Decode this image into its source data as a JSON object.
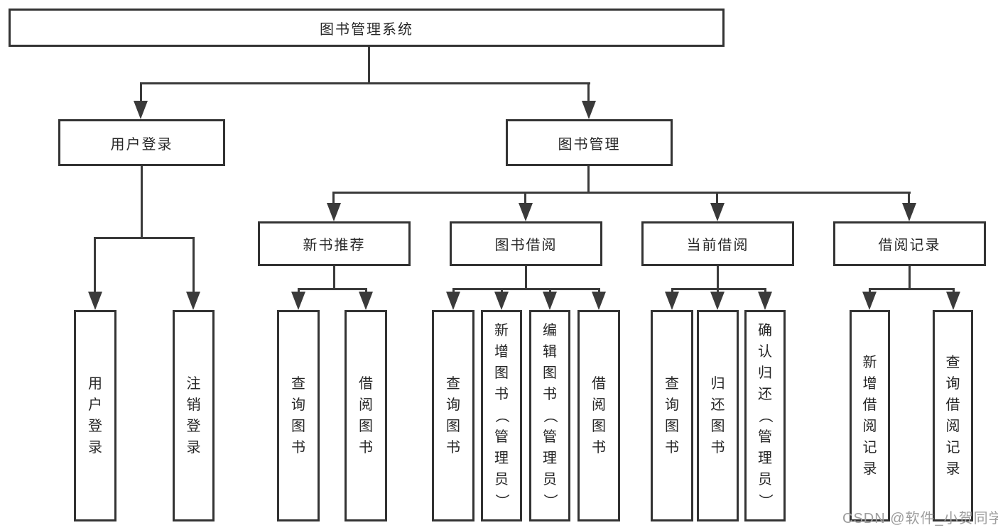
{
  "diagram": {
    "title": "图书管理系统",
    "branches": [
      "用户登录",
      "图书管理"
    ],
    "sections": [
      "新书推荐",
      "图书借阅",
      "当前借阅",
      "借阅记录"
    ],
    "leaves": {
      "user_login": [
        "用户登录",
        "注销登录"
      ],
      "new_book": [
        "查询图书",
        "借阅图书"
      ],
      "borrow": [
        "查询图书",
        "新增图书（管理员）",
        "编辑图书（管理员）",
        "借阅图书"
      ],
      "current": [
        "查询图书",
        "归还图书",
        "确认归还（管理员）"
      ],
      "records": [
        "新增借阅记录",
        "查询借阅记录"
      ]
    }
  },
  "watermark": {
    "text": "CSDN @软件_小贺同学"
  },
  "colors": {
    "line": "#3a3a3a",
    "border": "#333333",
    "text": "#262626",
    "watermark": "#9e9e9e"
  }
}
